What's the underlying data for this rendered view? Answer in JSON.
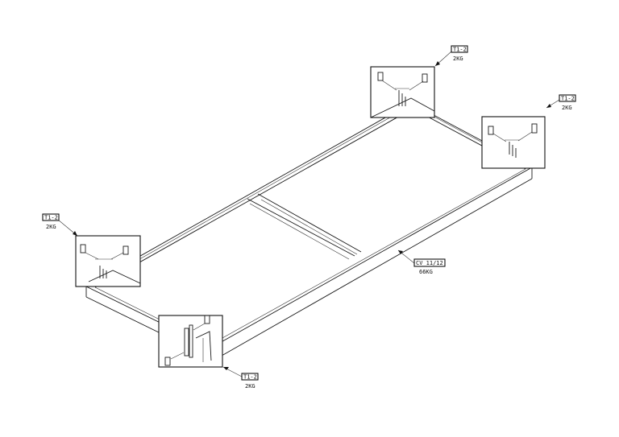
{
  "drawing": {
    "callouts": [
      {
        "id": "top",
        "tag": "T1-2",
        "weight": "2KG"
      },
      {
        "id": "right",
        "tag": "T1-2",
        "weight": "2KG"
      },
      {
        "id": "left",
        "tag": "T1-2",
        "weight": "2KG"
      },
      {
        "id": "bottom",
        "tag": "T1-2",
        "weight": "2KG"
      }
    ],
    "main_part": {
      "tag": "CV 11/12",
      "weight": "66KG"
    },
    "colors": {
      "line": "#1a1a1a",
      "background": "#ffffff"
    }
  }
}
